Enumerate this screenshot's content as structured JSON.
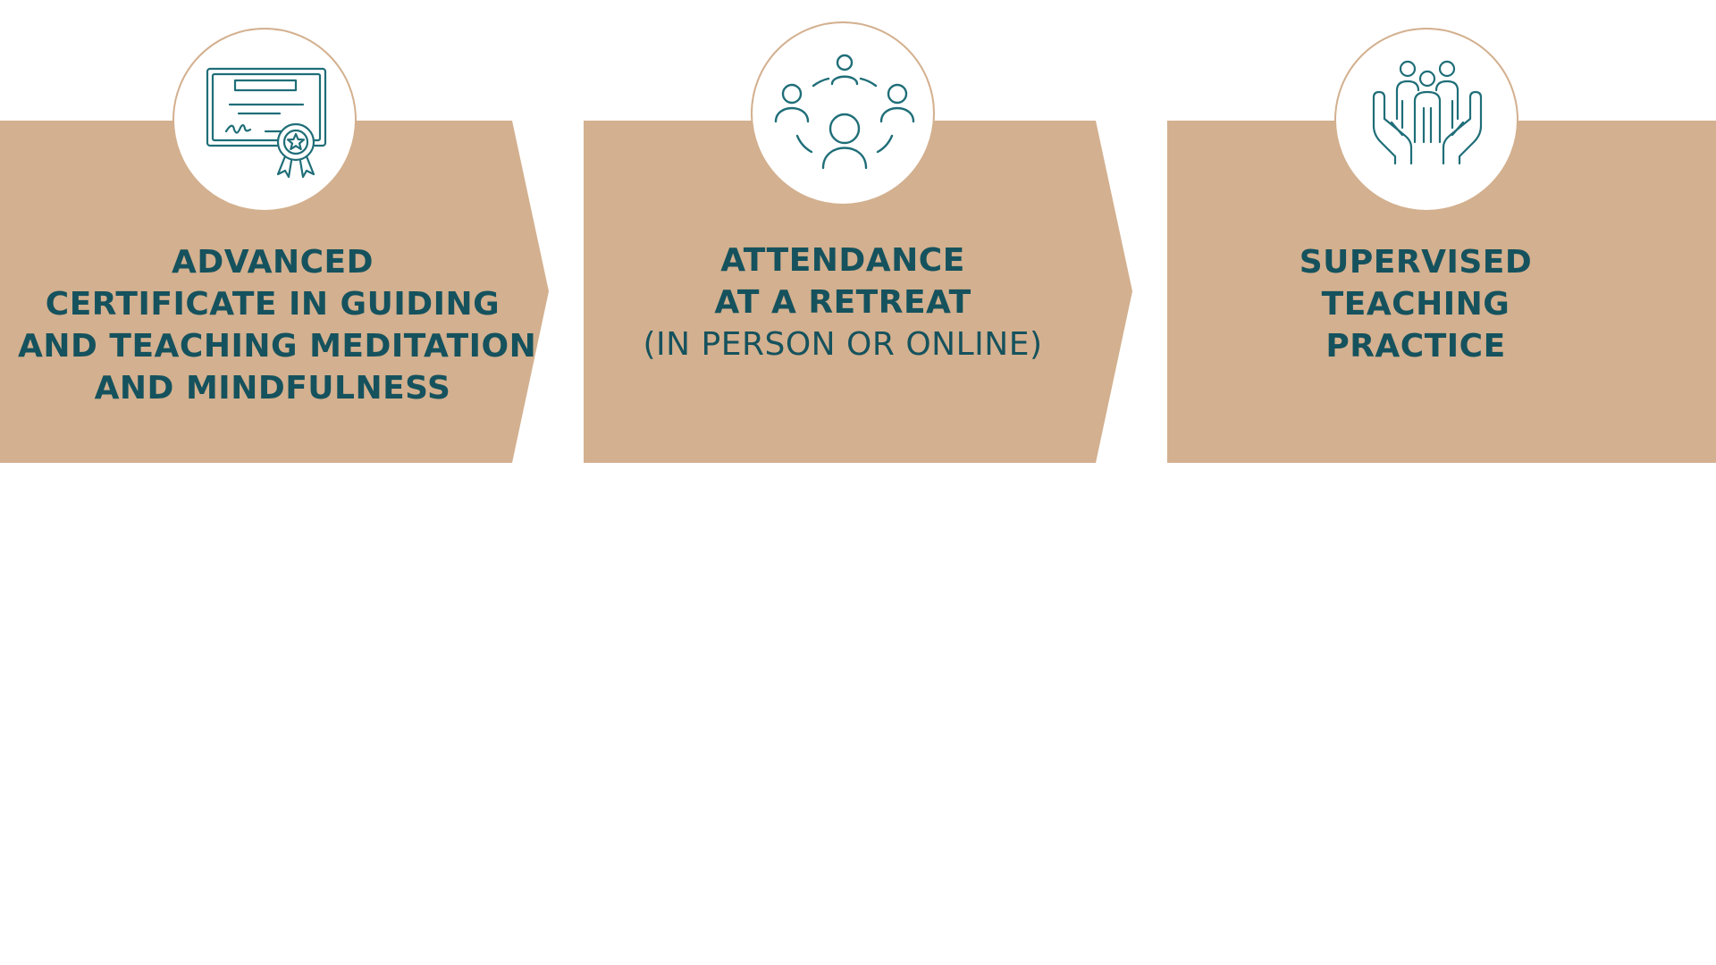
{
  "colors": {
    "shape_fill": "#d3b08f",
    "text": "#15525d",
    "icon_stroke": "#1f6e78",
    "background": "#ffffff"
  },
  "steps": [
    {
      "icon": "certificate-icon",
      "lines": [
        "ADVANCED",
        "CERTIFICATE IN GUIDING",
        "AND TEACHING MEDITATION",
        "AND MINDFULNESS"
      ],
      "subline": ""
    },
    {
      "icon": "group-circle-icon",
      "lines": [
        "ATTENDANCE",
        "AT A RETREAT"
      ],
      "subline": "(IN PERSON OR ONLINE)"
    },
    {
      "icon": "hands-people-icon",
      "lines": [
        "SUPERVISED",
        "TEACHING",
        "PRACTICE"
      ],
      "subline": ""
    }
  ]
}
